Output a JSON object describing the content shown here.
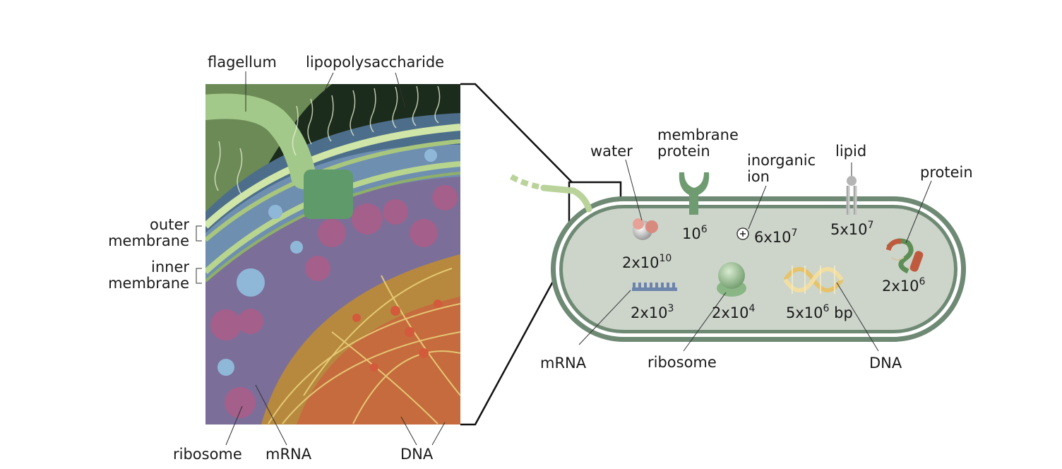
{
  "left_panel": {
    "labels": {
      "flagellum": "flagellum",
      "lipopolysaccharide": "lipopolysaccharide",
      "outer_membrane_1": "outer",
      "outer_membrane_2": "membrane",
      "inner_membrane_1": "inner",
      "inner_membrane_2": "membrane",
      "ribosome": "ribosome",
      "mrna": "mRNA",
      "dna": "DNA"
    }
  },
  "right_panel": {
    "labels": {
      "water": "water",
      "membrane_protein_1": "membrane",
      "membrane_protein_2": "protein",
      "inorganic_ion_1": "inorganic",
      "inorganic_ion_2": "ion",
      "lipid": "lipid",
      "protein": "protein",
      "mrna": "mRNA",
      "ribosome": "ribosome",
      "dna": "DNA"
    },
    "counts": {
      "water": {
        "base": "2x10",
        "exp": "10",
        "suffix": ""
      },
      "membrane_protein": {
        "base": "10",
        "exp": "6",
        "suffix": ""
      },
      "inorganic_ion": {
        "base": "6x10",
        "exp": "7",
        "suffix": ""
      },
      "lipid": {
        "base": "5x10",
        "exp": "7",
        "suffix": ""
      },
      "protein": {
        "base": "2x10",
        "exp": "6",
        "suffix": ""
      },
      "mrna": {
        "base": "2x10",
        "exp": "3",
        "suffix": ""
      },
      "ribosome": {
        "base": "2x10",
        "exp": "4",
        "suffix": ""
      },
      "dna": {
        "base": "5x10",
        "exp": "6",
        "suffix": " bp"
      }
    },
    "ion_symbol": "+"
  },
  "colors": {
    "cell_wall": "#6f8a74",
    "cytoplasm": "#cdd5cb",
    "flagellum": "#b9d39a",
    "outline": "#111111"
  }
}
